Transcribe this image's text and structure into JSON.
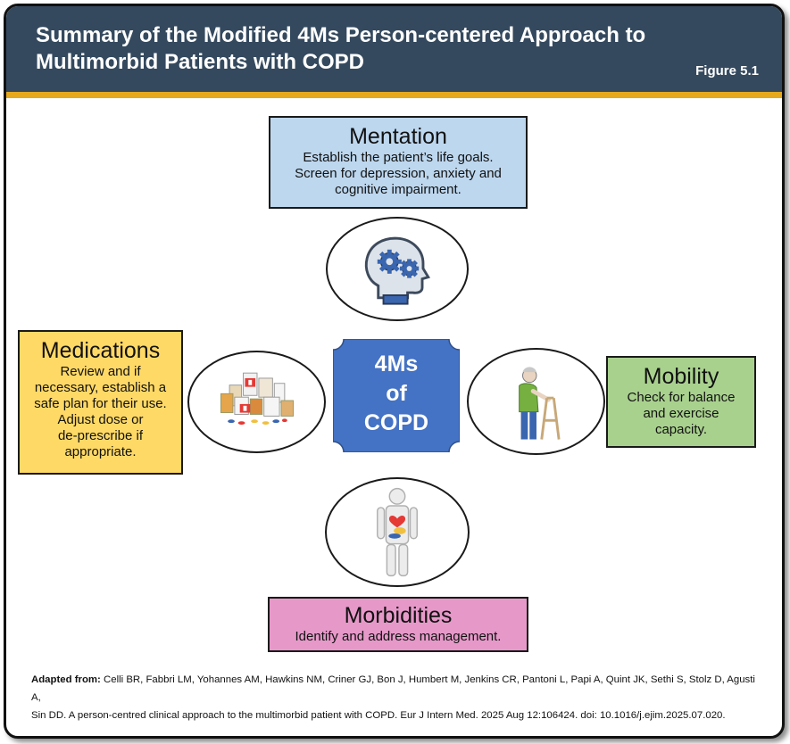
{
  "header": {
    "title": "Summary of the Modified 4Ms Person-centered Approach to Multimorbid Patients with COPD",
    "figure_label": "Figure 5.1"
  },
  "colors": {
    "header_bg": "#34495e",
    "accent_line": "#e6a91d",
    "mentation_box": "#bdd7ee",
    "medications_box": "#ffd966",
    "mobility_box": "#a9d18e",
    "morbidities_box": "#e699c9",
    "center_bg": "#4472c4"
  },
  "center": {
    "line1": "4Ms",
    "line2": "of",
    "line3": "COPD"
  },
  "mentation": {
    "title": "Mentation",
    "lines": [
      "Establish the patient’s life goals.",
      "Screen for depression, anxiety and",
      "cognitive impairment."
    ],
    "icon": "head-gears-icon"
  },
  "medications": {
    "title": "Medications",
    "lines": [
      "Review and if",
      "necessary, establish a",
      "safe plan for their use.",
      "Adjust dose or",
      "de-prescribe if",
      "appropriate."
    ],
    "icon": "pill-bottles-icon"
  },
  "mobility": {
    "title": "Mobility",
    "lines": [
      "Check for balance",
      "and exercise",
      "capacity."
    ],
    "icon": "elderly-walker-icon"
  },
  "morbidities": {
    "title": "Morbidities",
    "lines": [
      "Identify and address management."
    ],
    "icon": "body-organs-icon"
  },
  "citation": {
    "prefix": "Adapted from:",
    "line1": " Celli BR, Fabbri LM, Yohannes AM, Hawkins NM, Criner GJ, Bon J, Humbert M, Jenkins CR, Pantoni L, Papi A, Quint JK, Sethi S, Stolz D, Agusti A,",
    "line2": "Sin DD. A person-centred clinical approach to the multimorbid patient with COPD. Eur J Intern Med. 2025 Aug 12:106424. doi: 10.1016/j.ejim.2025.07.020."
  }
}
